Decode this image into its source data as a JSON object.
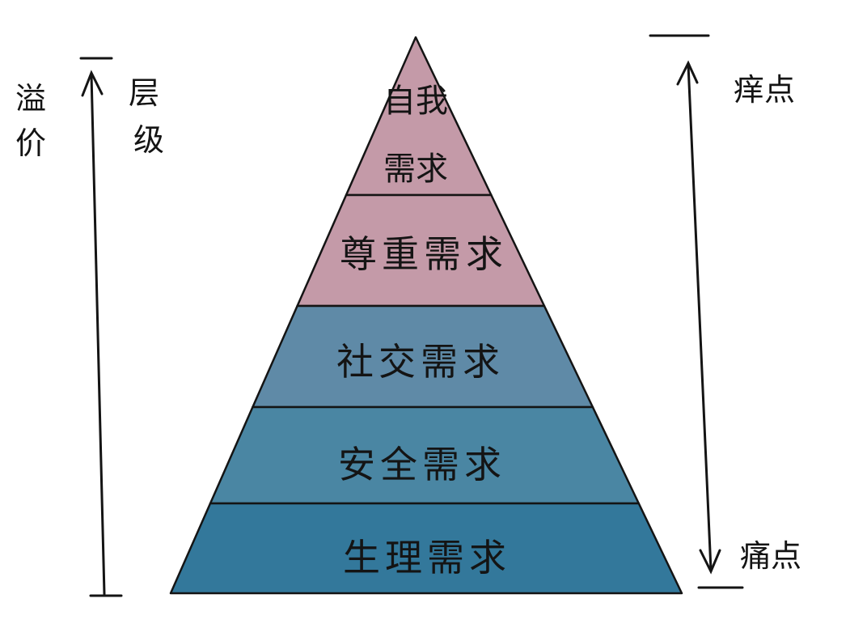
{
  "pyramid": {
    "levels": [
      {
        "label_lines": [
          "自我",
          "需求"
        ],
        "color": "#c49aa8"
      },
      {
        "label_lines": [
          "尊重需求"
        ],
        "color": "#c49aa8"
      },
      {
        "label_lines": [
          "社交需求"
        ],
        "color": "#5f8aa7"
      },
      {
        "label_lines": [
          "安全需求"
        ],
        "color": "#4a86a3"
      },
      {
        "label_lines": [
          "生理需求"
        ],
        "color": "#33789b"
      }
    ]
  },
  "left_axis": {
    "label_outer": "溢价",
    "label_inner": "层级"
  },
  "right_axis": {
    "label_top": "痒点",
    "label_bottom": "痛点"
  },
  "colors": {
    "ink": "#141414",
    "background": "#ffffff"
  }
}
